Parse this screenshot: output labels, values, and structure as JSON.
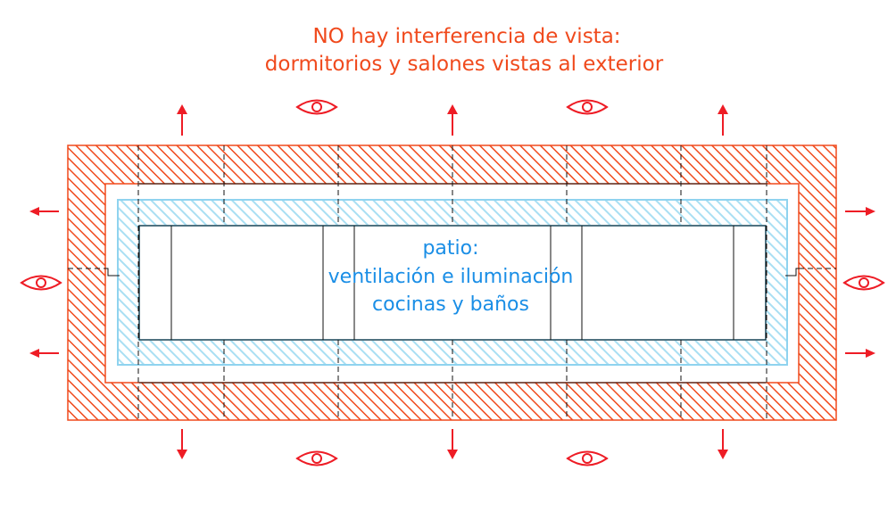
{
  "title": {
    "line1": "NO hay interferencia de vista:",
    "line2": "dormitorios y salones vistas al exterior"
  },
  "patio": {
    "line1": "patio:",
    "line2": "ventilación e iluminación",
    "line3": "cocinas y baños"
  },
  "icons": {
    "view": "eye-icon",
    "direction": "arrow-icon"
  },
  "colors": {
    "title": "#f04a1d",
    "exterior_band": "#f04a1d",
    "patio_band": "#9fdcf3",
    "patio_text": "#1a8ee6",
    "arrows_eyes": "#ee1c25",
    "lines": "#111111"
  }
}
